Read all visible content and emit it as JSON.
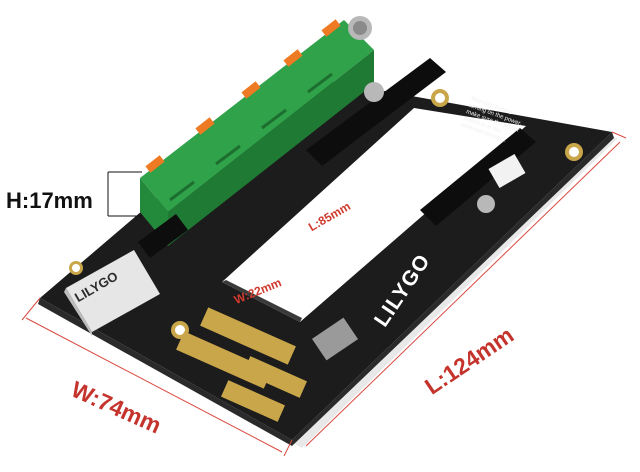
{
  "dimensions": {
    "height": "H:17mm",
    "width": "W:74mm",
    "length": "L:124mm",
    "inner_length": "L:85mm",
    "inner_width": "W:22mm"
  },
  "board": {
    "brand": "LILYGO",
    "module_brand": "LILYGO",
    "warning": "Warning: Before turning on the power, make sure the power switch is in the selected correct..."
  },
  "colors": {
    "board": "#1c1c1c",
    "terminal": "#2fa24a",
    "lever": "#ee7a23",
    "dimension_red": "#c4342d"
  }
}
